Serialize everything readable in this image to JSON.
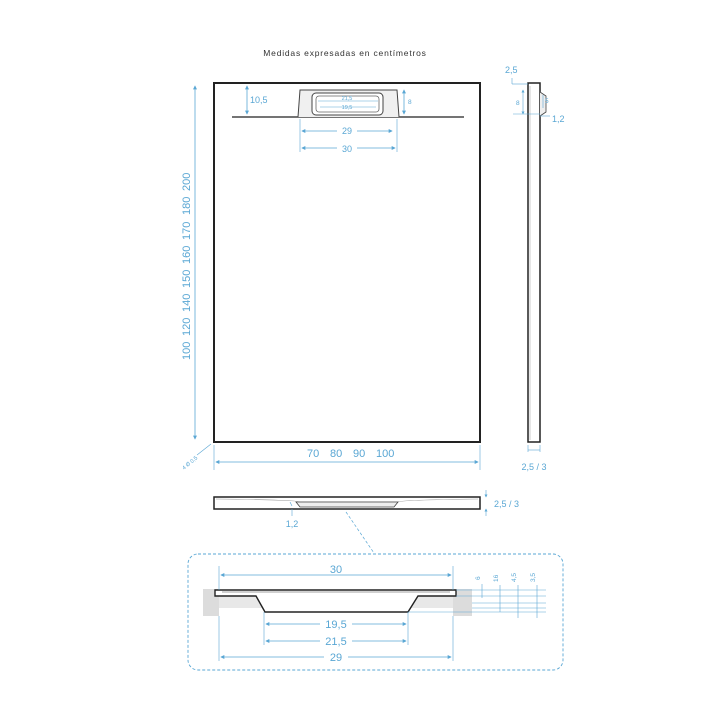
{
  "title": "Medidas expresadas   en centímetros",
  "top_view": {
    "drain_inner_outer": "21,5",
    "drain_inner_inner": "19,5",
    "drain_depth": "10,5",
    "drain_height": "8",
    "grate_width_inner": "29",
    "grate_width_outer": "30",
    "lengths": [
      "100",
      "120",
      "140",
      "150",
      "160",
      "170",
      "180",
      "200"
    ],
    "widths": [
      "70",
      "80",
      "90",
      "100"
    ],
    "corner_radius": "4 Ø 0,5"
  },
  "side_view": {
    "top_offset": "2,5",
    "drain_height": "8",
    "drain_small": "5",
    "thickness_min": "1,2",
    "thickness_range": "2,5 / 3"
  },
  "front_view": {
    "thickness_range": "2,5 / 3",
    "thickness_min": "1,2"
  },
  "detail": {
    "grate_width_outer": "30",
    "slot_width": "19,5",
    "slot_width_outer": "21,5",
    "grate_width_inner": "29",
    "depth_6": "6",
    "depth_16": "16",
    "depth_45": "4,5",
    "depth_35": "3,5"
  },
  "colors": {
    "dimension": "#5aa7d4",
    "outline": "#222222",
    "detail_border": "#5aa7d4",
    "wall": "#dcdcdc"
  }
}
